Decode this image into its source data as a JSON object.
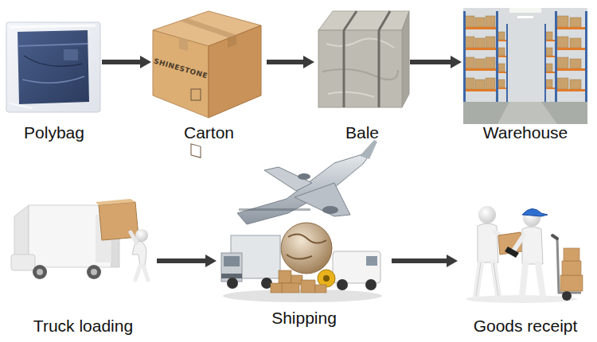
{
  "diagram": {
    "nodes": [
      {
        "text": [
          "Polybag"
        ]
      },
      {
        "text": [
          "Carton"
        ]
      },
      {
        "text": [
          "Bale"
        ]
      },
      {
        "text": [
          "Warehouse"
        ]
      },
      {
        "text": [
          "Truck loading"
        ]
      },
      {
        "text": [
          "Shipping"
        ]
      },
      {
        "text": [
          "Goods receipt"
        ]
      }
    ],
    "edges": [
      {
        "from": 0,
        "to": 1,
        "arrow": "to"
      },
      {
        "from": 1,
        "to": 2,
        "arrow": "to"
      },
      {
        "from": 2,
        "to": 3,
        "arrow": "to"
      },
      {
        "from": 4,
        "to": 5,
        "arrow": "to"
      },
      {
        "from": 5,
        "to": 6,
        "arrow": "to"
      }
    ],
    "labels": [
      "SHINESTONE"
    ]
  }
}
